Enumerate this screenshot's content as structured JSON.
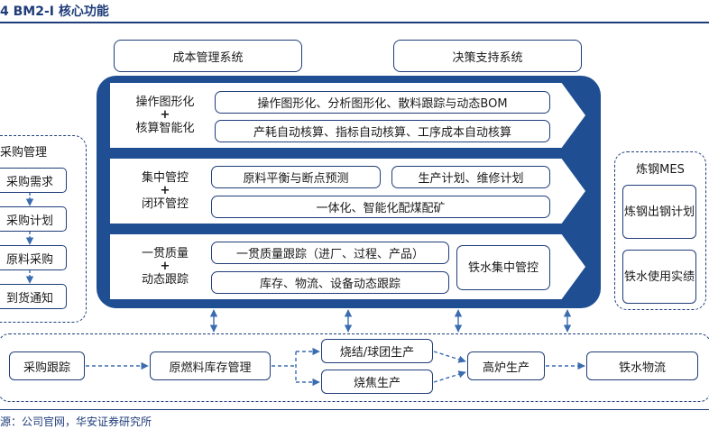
{
  "title": "4 BM2-I 核心功能",
  "source": "源：公司官网，华安证券研究所",
  "top_systems": [
    "成本管理系统",
    "决策支持系统"
  ],
  "bands": [
    {
      "label": [
        "操作图形化",
        "+",
        "核算智能化"
      ],
      "items": [
        "操作图形化、分析图形化、散料跟踪与动态BOM",
        "产耗自动核算、指标自动核算、工序成本自动核算"
      ]
    },
    {
      "label": [
        "集中管控",
        "+",
        "闭环管控"
      ],
      "items": [
        "原料平衡与断点预测",
        "生产计划、维修计划",
        "一体化、智能化配煤配矿"
      ]
    },
    {
      "label": [
        "一贯质量",
        "+",
        "动态跟踪"
      ],
      "items": [
        "一贯质量跟踪（进厂、过程、产品）",
        "库存、物流、设备动态跟踪",
        "铁水集中管控"
      ]
    }
  ],
  "procurement": {
    "title": "采购管理",
    "items": [
      "采购需求",
      "采购计划",
      "原料采购",
      "到货通知"
    ]
  },
  "mes": {
    "title": "炼钢MES",
    "items": [
      "炼钢出钢计划",
      "铁水使用实绩"
    ]
  },
  "bottom_flow": [
    "采购跟踪",
    "原燃料库存管理",
    "烧结/球团生产",
    "烧焦生产",
    "高炉生产",
    "铁水物流"
  ],
  "colors": {
    "primary": "#1f4f92",
    "line": "#1f3d7a",
    "band": "#ffffff"
  }
}
